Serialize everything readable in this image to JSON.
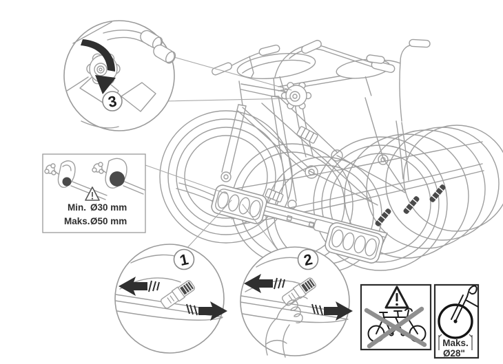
{
  "steps": {
    "step1": "1",
    "step2": "2",
    "step3": "3"
  },
  "clamp_box": {
    "min_label": "Min.",
    "min_value": "Ø30 mm",
    "max_label": "Maks.",
    "max_value": "Ø50 mm"
  },
  "wheel_box": {
    "max_label": "Maks.",
    "max_value": "Ø28\""
  },
  "icons": {
    "knob_turn": "turn-knob-arrow-icon",
    "clamp_small": "frame-clamp-min-icon",
    "clamp_large": "frame-clamp-max-icon",
    "warning": "warning-triangle-icon",
    "no_tandem": "no-tandem-crossed-icon",
    "wheel_size": "max-wheel-size-icon",
    "tighten_left": "arrow-left-icon",
    "tighten_right": "arrow-right-icon"
  },
  "colors": {
    "line": "#9e9e9e",
    "dark": "#262626",
    "warning_cross": "#8f8f8f",
    "background": "#ffffff"
  }
}
